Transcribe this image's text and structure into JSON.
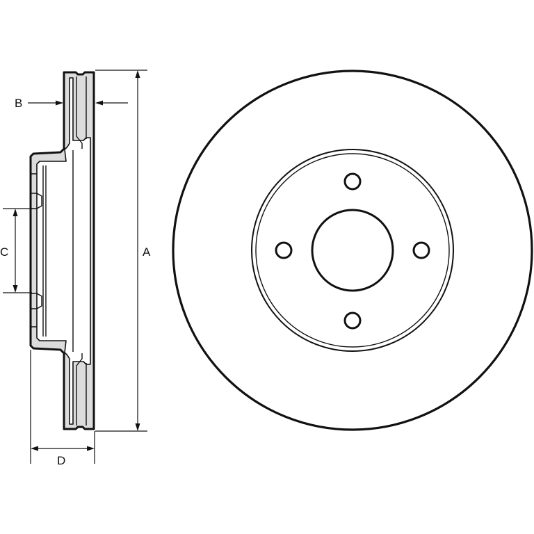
{
  "labels": {
    "a": "A",
    "b": "B",
    "c": "C",
    "d": "D"
  },
  "colors": {
    "stroke": "#111111",
    "section_fill": "#dcdcdc",
    "background": "#ffffff"
  },
  "disc": {
    "bolt_holes": 4
  }
}
